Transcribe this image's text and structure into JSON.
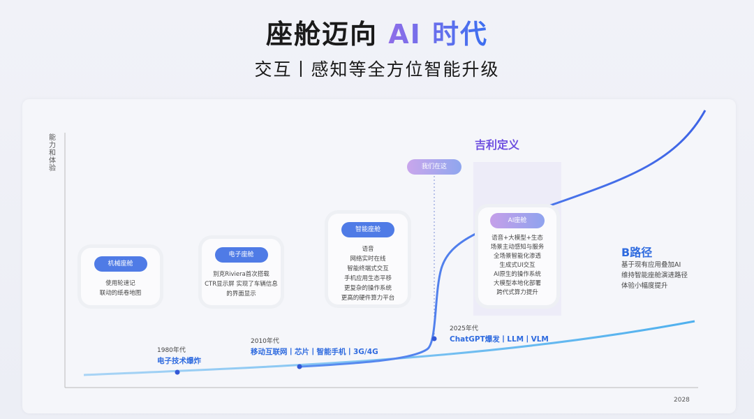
{
  "title": {
    "main": "座舱迈向 ",
    "ai": "AI 时代"
  },
  "subtitle": "交互丨感知等全方位智能升级",
  "y_axis_label": "能力和体验",
  "x_axis_end": "2028",
  "geely_label": "吉利定义",
  "we_are_here": "我们在这",
  "cards": [
    {
      "tag": "机械座舱",
      "lines": [
        "使用轮速记",
        "联动的纸卷地图"
      ]
    },
    {
      "tag": "电子座舱",
      "lines": [
        "别克Riviera首次搭载",
        "CTR显示屏 实现了车辆信息",
        "的界面显示"
      ]
    },
    {
      "tag": "智能座舱",
      "lines": [
        "语音",
        "网络实时在线",
        "智能终端式交互",
        "手机应用生态平移",
        "更复杂的操作系统",
        "更高的硬件算力平台"
      ]
    },
    {
      "tag": "AI座舱",
      "lines": [
        "语音+大模型+生态",
        "场景主动感知与服务",
        "全场景智能化渗透",
        "生成式UI交互",
        "AI原生的操作系统",
        "大模型本地化部署",
        "跨代式算力提升"
      ]
    }
  ],
  "eras": [
    {
      "year": "1980年代",
      "desc": "电子技术爆炸"
    },
    {
      "year": "2010年代",
      "desc": "移动互联网丨芯片丨智能手机丨3G/4G"
    },
    {
      "year": "2025年代",
      "desc": "ChatGPT爆发丨LLM丨VLM"
    }
  ],
  "b_path": {
    "title": "B路径",
    "lines": [
      "基于现有应用叠加AI",
      "维持智能座舱演进路径",
      "体验小幅度提升"
    ]
  },
  "colors": {
    "accent": "#2f6bdf",
    "pill": "#4f7be6",
    "purple": "#6e4fe0"
  }
}
